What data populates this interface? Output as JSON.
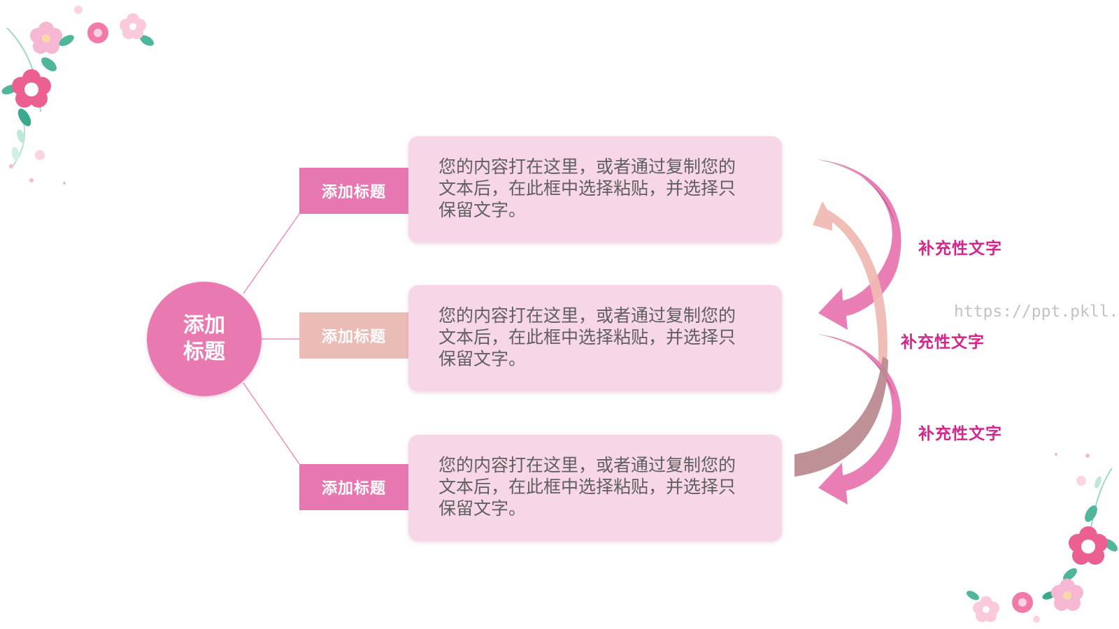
{
  "center": {
    "label": "添加标题"
  },
  "tags": [
    {
      "label": "添加标题"
    },
    {
      "label": "添加标题"
    },
    {
      "label": "添加标题"
    }
  ],
  "boxes": [
    {
      "text": "您的内容打在这里，或者通过复制您的文本后，在此框中选择粘贴，并选择只保留文字。"
    },
    {
      "text": "您的内容打在这里，或者通过复制您的文本后，在此框中选择粘贴，并选择只保留文字。"
    },
    {
      "text": "您的内容打在这里，或者通过复制您的文本后，在此框中选择粘贴，并选择只保留文字。"
    }
  ],
  "side_labels": [
    {
      "text": "补充性文字"
    },
    {
      "text": "补充性文字"
    },
    {
      "text": "补充性文字"
    }
  ],
  "watermark": "https://ppt.pkll.de",
  "colors": {
    "accent": "#e97ab1",
    "tag_alt": "#ebbbb6",
    "box_fill": "#f7d6e8",
    "label_text": "#d4258a",
    "body_text": "#5f5f5f",
    "arrow_dark": "#b85c8c",
    "arrow_light": "#efb9b3",
    "arrow_brown": "#b98b8f"
  },
  "icons": [
    "flower-decoration-icon",
    "leaf-icon",
    "curved-arrow-icon"
  ]
}
